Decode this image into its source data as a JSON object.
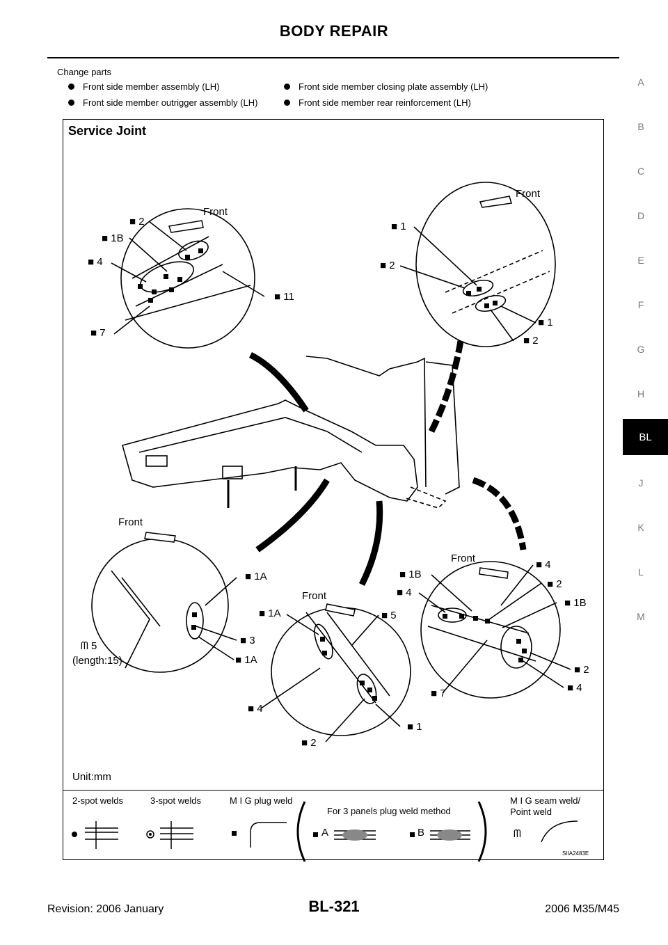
{
  "header": {
    "title": "BODY REPAIR"
  },
  "change_parts": {
    "title": "Change parts",
    "items": [
      "Front side member assembly (LH)",
      "Front side member closing plate assembly (LH)",
      "Front side member outrigger assembly (LH)",
      "Front side member rear reinforcement (LH)"
    ]
  },
  "side_index": {
    "letters": [
      "A",
      "B",
      "C",
      "D",
      "E",
      "F",
      "G",
      "H",
      "BL",
      "J",
      "K",
      "L",
      "M"
    ],
    "active": "BL"
  },
  "figure": {
    "title": "Service Joint",
    "unit": "Unit:mm",
    "code": "SIIA2483E",
    "front_label": "Front",
    "detail_tl": {
      "labels": [
        "2",
        "1B",
        "4",
        "7",
        "11"
      ]
    },
    "detail_tr": {
      "labels": [
        "1",
        "2",
        "1",
        "2"
      ]
    },
    "detail_bl": {
      "labels": [
        "1A",
        "3",
        "1A"
      ],
      "seam_value": "5",
      "seam_length": "(length:15)"
    },
    "detail_bm": {
      "labels": [
        "1A",
        "5",
        "4",
        "1",
        "2"
      ]
    },
    "detail_br": {
      "labels": [
        "1B",
        "4",
        "4",
        "2",
        "1B",
        "2",
        "4",
        "7"
      ]
    },
    "legend": {
      "two_spot": "2-spot welds",
      "three_spot": "3-spot welds",
      "mig_plug": "M I G plug weld",
      "three_panels": "For 3 panels plug weld method",
      "a": "A",
      "b": "B",
      "mig_seam_1": "M I G seam weld/",
      "mig_seam_2": "Point weld"
    }
  },
  "footer": {
    "revision": "Revision: 2006 January",
    "page": "BL-321",
    "model": "2006 M35/M45"
  }
}
